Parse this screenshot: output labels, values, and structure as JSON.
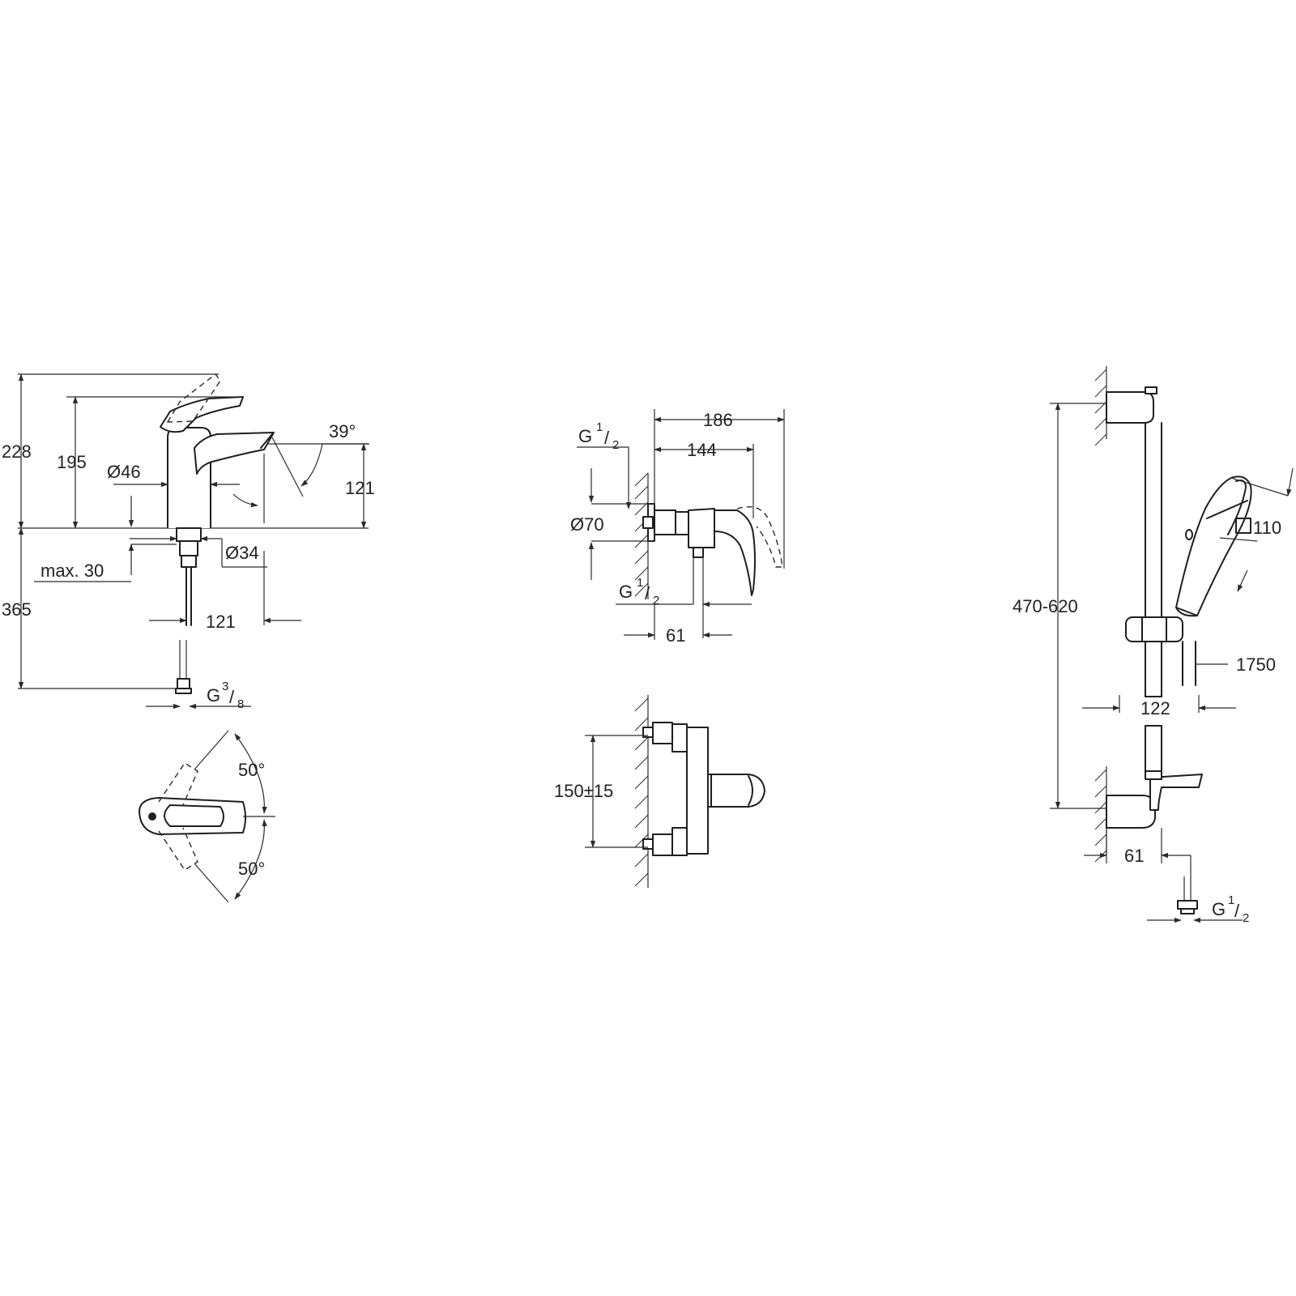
{
  "basin_mixer": {
    "height_total": "228",
    "height_body": "195",
    "spout_height": "121",
    "spout_angle": "39°",
    "body_diameter": "Ø46",
    "shank_diameter": "Ø34",
    "max_counter": "max. 30",
    "hose_length": "365",
    "spout_projection": "121",
    "connection_main": "G",
    "connection_sup": "3",
    "connection_sub": "8",
    "lever_angle_top": "50°",
    "lever_angle_bottom": "50°"
  },
  "shower_mixer": {
    "depth_total": "186",
    "depth_body": "144",
    "flange_diameter": "Ø70",
    "inlet_top_main": "G",
    "inlet_top_sup": "1",
    "inlet_top_sub": "2",
    "outlet_main": "G",
    "outlet_sup": "1",
    "outlet_sub": "2",
    "outlet_offset": "61",
    "centres": "150±15"
  },
  "shower_rail": {
    "rail_length": "470-620",
    "head_size": "110",
    "hose_length": "1750",
    "projection": "122",
    "wall_offset": "61",
    "connection_main": "G",
    "connection_sup": "1",
    "connection_sub": "2"
  }
}
